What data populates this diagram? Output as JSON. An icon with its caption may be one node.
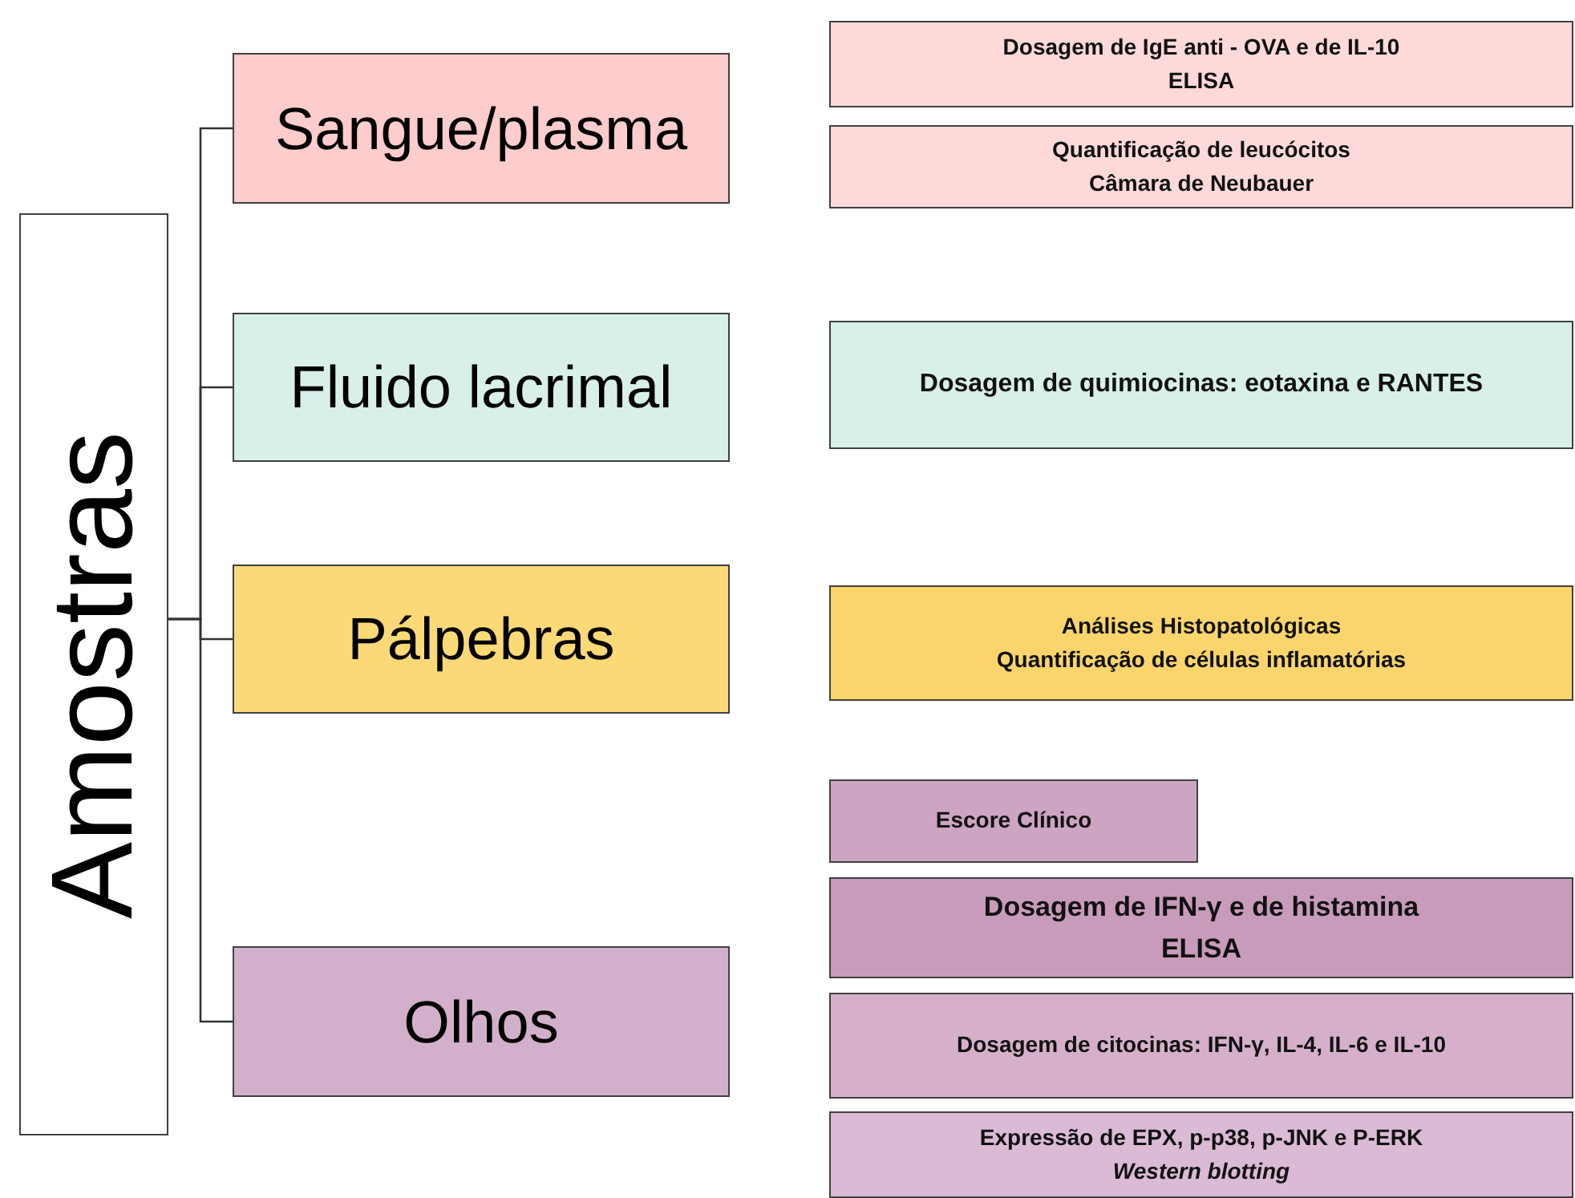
{
  "diagram": {
    "nodes": [
      {
        "text": [
          "Amostras"
        ]
      },
      {
        "text": [
          "Sangue/plasma"
        ]
      },
      {
        "text": [
          "Fluido lacrimal"
        ]
      },
      {
        "text": [
          "Pálpebras"
        ]
      },
      {
        "text": [
          "Olhos"
        ]
      },
      {
        "text": [
          "Dosagem de IgE anti - OVA e de IL-10",
          "ELISA"
        ]
      },
      {
        "text": [
          "Quantificação de leucócitos",
          "Câmara de Neubauer"
        ]
      },
      {
        "text": [
          "Dosagem de quimiocinas: eotaxina e RANTES"
        ]
      },
      {
        "text": [
          "Análises Histopatológicas",
          "Quantificação de células inflamatórias"
        ]
      },
      {
        "text": [
          "Escore Clínico"
        ]
      },
      {
        "text": [
          "Dosagem de IFN-γ e de histamina",
          "ELISA"
        ]
      },
      {
        "text": [
          "Dosagem de citocinas: IFN-γ, IL-4, IL-6 e IL-10"
        ]
      },
      {
        "text": [
          "Expressão de EPX, p-p38, p-JNK e P-ERK",
          "Western blotting"
        ]
      }
    ],
    "edges": [
      {
        "from": 0,
        "to": 1,
        "arrow": "none"
      },
      {
        "from": 0,
        "to": 2,
        "arrow": "none"
      },
      {
        "from": 0,
        "to": 3,
        "arrow": "none"
      },
      {
        "from": 0,
        "to": 4,
        "arrow": "none"
      }
    ]
  }
}
